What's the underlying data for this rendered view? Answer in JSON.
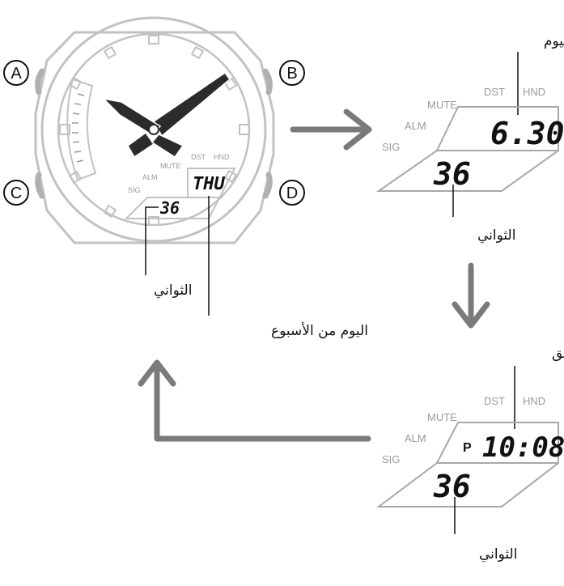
{
  "buttons": {
    "a": "A",
    "b": "B",
    "c": "C",
    "d": "D"
  },
  "watch_face": {
    "indicators": {
      "dst": "DST",
      "hnd": "HND",
      "mute": "MUTE",
      "alm": "ALM",
      "sig": "SIG"
    },
    "upper_display": "THU",
    "lower_display": "36"
  },
  "callouts": {
    "watch_seconds": "الثواني",
    "watch_day_of_week": "اليوم من الأسبوع"
  },
  "panel_date": {
    "title": "الشهر واليوم",
    "indicators": {
      "dst": "DST",
      "hnd": "HND",
      "mute": "MUTE",
      "alm": "ALM",
      "sig": "SIG"
    },
    "upper_display": "6.30",
    "lower_display": "36",
    "seconds_label": "الثواني"
  },
  "panel_time": {
    "title": "الساعات، الدقائق",
    "indicators": {
      "dst": "DST",
      "hnd": "HND",
      "mute": "MUTE",
      "alm": "ALM",
      "sig": "SIG"
    },
    "pm_marker": "P",
    "upper_display": "10:08",
    "lower_display": "36",
    "seconds_label": "الثواني"
  },
  "colors": {
    "outline": "#b8b8b8",
    "arrow": "#7a7a7a",
    "hands": "#2b2b2b",
    "text": "#111111"
  }
}
